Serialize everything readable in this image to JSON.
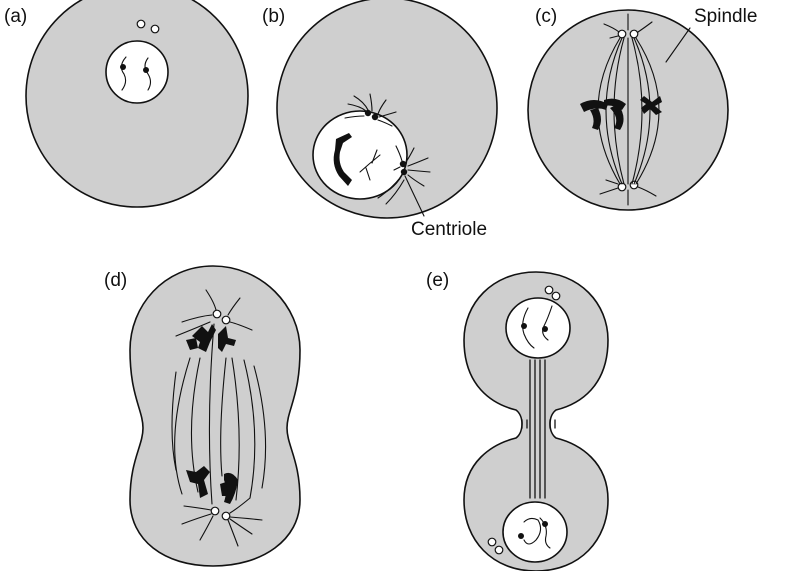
{
  "panels": {
    "a": {
      "label": "(a)"
    },
    "b": {
      "label": "(b)",
      "annotation": "Centriole"
    },
    "c": {
      "label": "(c)",
      "annotation": "Spindle"
    },
    "d": {
      "label": "(d)"
    },
    "e": {
      "label": "(e)"
    }
  },
  "colors": {
    "cytoplasm": "#cfcfcf",
    "nucleus": "#ffffff",
    "ink": "#111111"
  }
}
